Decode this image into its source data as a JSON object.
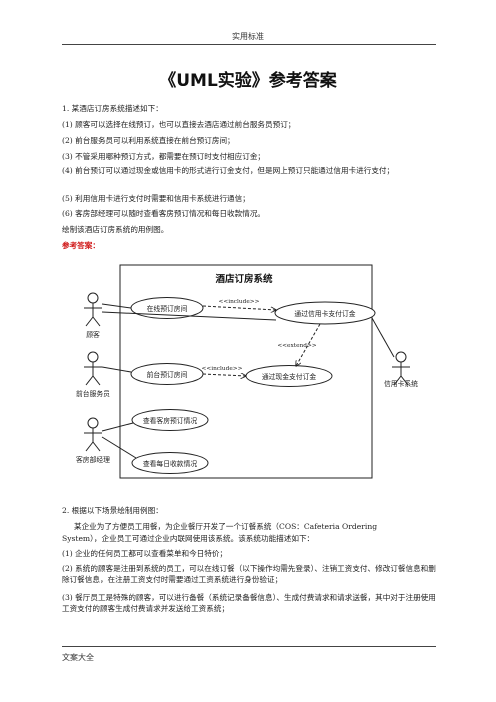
{
  "header": {
    "text": "实用标准"
  },
  "title": "《UML实验》参考答案",
  "q1": {
    "intro": "1. 某酒店订房系统描述如下：",
    "items": [
      "(1) 顾客可以选择在线预订，也可以直接去酒店通过前台服务员预订；",
      "(2) 前台服务员可以利用系统直接在前台预订房间；",
      "(3) 不管采用哪种预订方式，都需要在预订时支付相应订金；",
      "(4) 前台预订可以通过现金或信用卡的形式进行订金支付，但是网上预订只能通过信用卡进行支付；",
      "(5) 利用信用卡进行支付时需要和信用卡系统进行通信；",
      "(6) 客房部经理可以随时查看客房预订情况和每日收款情况。"
    ],
    "task": "绘制该酒店订房系统的用例图。",
    "answer_label": "参考答案："
  },
  "diagram": {
    "system_title": "酒店订房系统",
    "actors": [
      "顾客",
      "前台服务员",
      "客房部经理",
      "信用卡系统"
    ],
    "use_cases": [
      "在线预订房间",
      "通过信用卡支付订金",
      "前台预订房间",
      "通过现金支付订金",
      "查看客房预订情况",
      "查看每日收款情况"
    ],
    "relations": [
      "<<include>>",
      "<<extend>>",
      "<<include>>"
    ]
  },
  "q2": {
    "intro": "2. 根据以下场景绘制用例图：",
    "p1a": "某企业为了方便员工用餐，为企业餐厅开发了一个订餐系统（COS：Cafeteria Ordering",
    "p1b": "System），企业员工可通过企业内联网使用该系统。该系统功能描述如下：",
    "items": [
      "(1) 企业的任何员工都可以查看菜单和今日特价；",
      "(2) 系统的顾客是注册到系统的员工，可以在线订餐（以下操作均需先登录）、注销工资支付、修改订餐信息和删除订餐信息，在注册工资支付时需要通过工资系统进行身份验证；",
      "(3) 餐厅员工是特殊的顾客，可以进行备餐（系统记录备餐信息）、生成付费请求和请求送餐，其中对于注册使用工资支付的顾客生成付费请求并发送给工资系统；"
    ]
  },
  "footer": {
    "text": "文案大全"
  }
}
